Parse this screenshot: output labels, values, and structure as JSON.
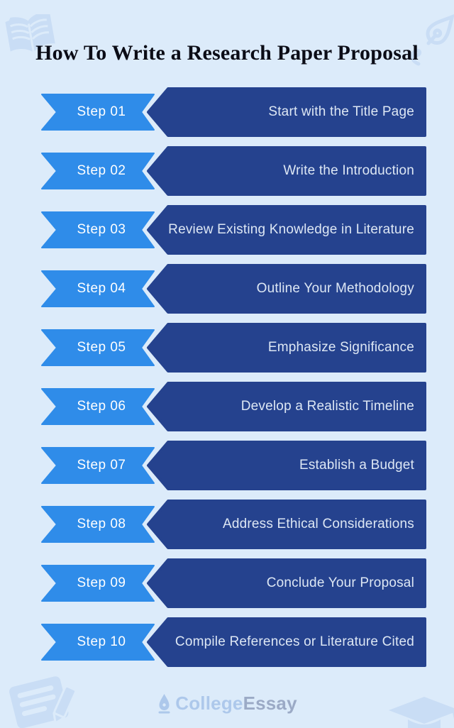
{
  "title": "How To Write a Research Paper Proposal",
  "steps": [
    {
      "label": "Step 01",
      "title": "Start with the Title Page"
    },
    {
      "label": "Step 02",
      "title": "Write the Introduction"
    },
    {
      "label": "Step 03",
      "title": "Review Existing Knowledge in Literature"
    },
    {
      "label": "Step 04",
      "title": "Outline Your Methodology"
    },
    {
      "label": "Step 05",
      "title": "Emphasize Significance"
    },
    {
      "label": "Step 06",
      "title": "Develop a Realistic Timeline"
    },
    {
      "label": "Step 07",
      "title": "Establish a Budget"
    },
    {
      "label": "Step 08",
      "title": "Address Ethical Considerations"
    },
    {
      "label": "Step 09",
      "title": "Conclude Your Proposal"
    },
    {
      "label": "Step 10",
      "title": "Compile References or Literature Cited"
    }
  ],
  "footer": {
    "brand_college": "College",
    "brand_essay": "Essay"
  },
  "icons": {
    "top_left": "open-book-icon",
    "top_right": "fountain-pen-icon",
    "bottom_left": "document-pencil-icon",
    "bottom_right": "graduation-cap-icon",
    "logo": "pen-nib-icon"
  },
  "colors": {
    "background": "#dcebfa",
    "step_ribbon": "#2f8ce9",
    "step_arrow": "#25428e",
    "title_text": "#0b0c16",
    "step_title_text": "#dde7f4",
    "step_label_text": "#ffffff",
    "decoration": "#c9ddf5",
    "brand_college": "#a9c5ea",
    "brand_essay": "#95a3c1"
  }
}
